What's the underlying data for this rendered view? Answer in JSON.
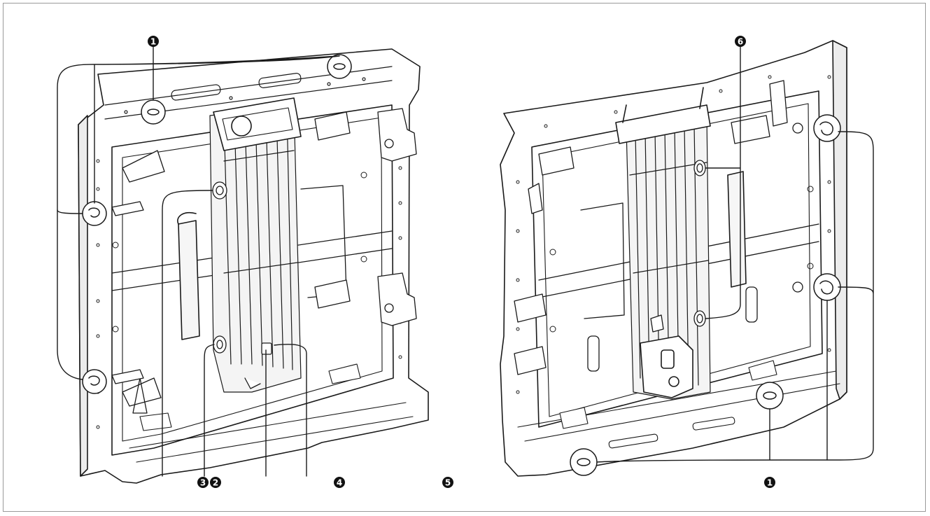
{
  "callouts": [
    {
      "id": "c1a",
      "label": "1"
    },
    {
      "id": "c1b",
      "label": "1"
    },
    {
      "id": "c2",
      "label": "2"
    },
    {
      "id": "c3",
      "label": "3"
    },
    {
      "id": "c4",
      "label": "4"
    },
    {
      "id": "c5",
      "label": "5"
    },
    {
      "id": "c6",
      "label": "6"
    }
  ],
  "colors": {
    "line": "#1a1a1a",
    "panel": "#ffffff",
    "shade": "#e9e9e9",
    "border": "#9a9a9a"
  }
}
